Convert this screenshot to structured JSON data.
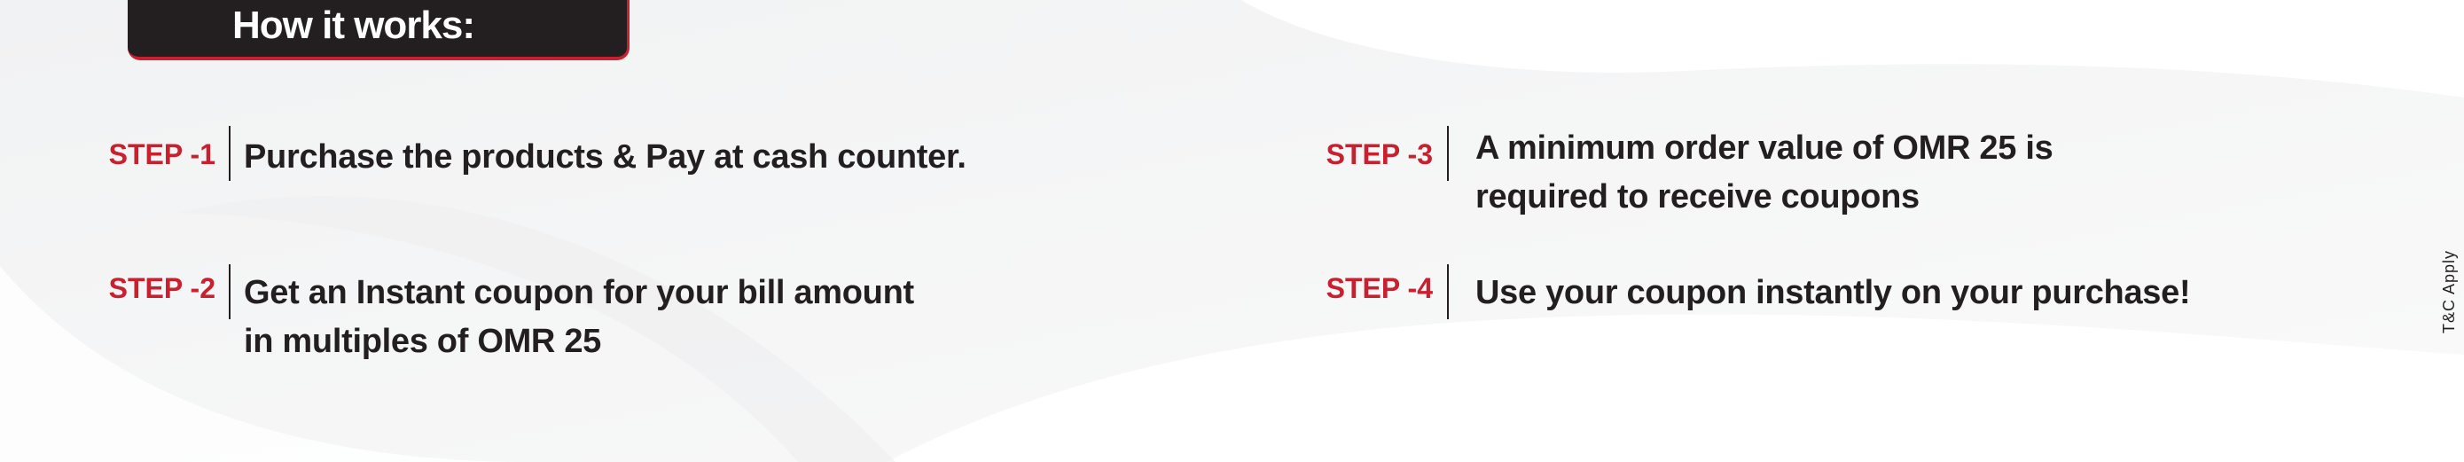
{
  "header": {
    "title": "How it works:"
  },
  "steps": [
    {
      "label": "STEP -1",
      "lines": [
        "Purchase the products & Pay at cash counter."
      ]
    },
    {
      "label": "STEP -2",
      "lines": [
        "Get an Instant coupon for your bill amount",
        "in multiples of OMR 25"
      ]
    },
    {
      "label": "STEP -3",
      "lines": [
        "A minimum order value of OMR 25 is",
        "required to receive coupons"
      ]
    },
    {
      "label": "STEP -4",
      "lines": [
        "Use your coupon instantly on your purchase!"
      ]
    }
  ],
  "footer": {
    "terms": "T&C Apply"
  },
  "colors": {
    "accent": "#c8202f",
    "dark": "#231f20"
  }
}
